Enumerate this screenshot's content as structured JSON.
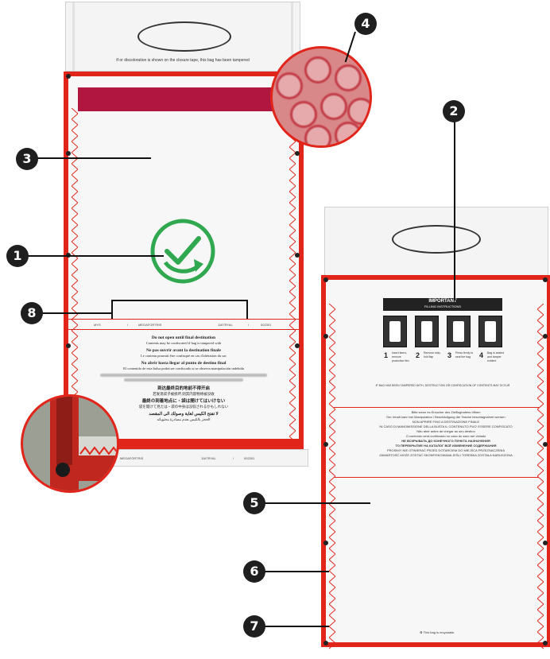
{
  "bag_front": {
    "closure_note": "If        or discoloration is shown on the closure tape, this bag has been tampered",
    "row_labels": [
      "MYS",
      "/",
      "MEGAFORTRIS",
      "1167RYAL",
      "/",
      "002301"
    ],
    "lower_row_labels": [
      "/",
      "MEGAFORTRIS",
      "1167RYAL",
      "/",
      "002301"
    ],
    "text_lines": [
      {
        "text": "Do not open until final destination",
        "style": "bold"
      },
      {
        "text": "Contents may be confiscated if bag is tampered with",
        "style": "reg"
      },
      {
        "text": "Ne pas ouvrir avant la destination finale",
        "style": "bold"
      },
      {
        "text": "Le contenu pourrait être confisqué en cas d'altération du sac",
        "style": "reg"
      },
      {
        "text": "No abrir hasta llegar al punto de destino final",
        "style": "bold"
      },
      {
        "text": "El contenido de esta bolsa podrá ser confiscado si se observa manipulación indebida",
        "style": "reg"
      }
    ],
    "cjk_lines": [
      {
        "text": "到达最终目的地前不得开启",
        "style": "bold"
      },
      {
        "text": "若发现袋子被损坏,则其内容物将被没收",
        "style": "reg"
      },
      {
        "text": "最終の到着地点に・袋は開けてはいけない",
        "style": "bold"
      },
      {
        "text": "袋を開けて見たは・袋の中身は没収されるかもしれない",
        "style": "reg"
      },
      {
        "text": "لا تفتح الكيس لغاية وصولك الى المقصد",
        "style": "bold"
      },
      {
        "text": "الحجز بالكيس بعدم مصادرة محتوياته",
        "style": "reg"
      }
    ]
  },
  "bag_back": {
    "instructions_title": "IMPORTANT",
    "instructions_subtitle": "FILLING INSTRUCTIONS",
    "steps": [
      {
        "num": "1",
        "caption": "Insert items, remove protective film"
      },
      {
        "num": "2",
        "caption": "Remove strip, fold flap"
      },
      {
        "num": "3",
        "caption": "Press firmly to seal the bag"
      },
      {
        "num": "4",
        "caption": "Bag is sealed and tamper evident"
      }
    ],
    "instructions_note": "IF BAG HAS BEEN TAMPERED WITH, DESTRUCTION OR CONFISCATION OF CONTENTS MAY OCCUR",
    "text_lines": [
      {
        "text": "Bitte wenn es Ersucher des Zielflughafens öffnen",
        "style": "reg"
      },
      {
        "text": "Der Inhalt kann bei Manipulation / Beschädigung der Tasche beschlagnahmt werden",
        "style": "reg"
      },
      {
        "text": "NON APRIRE FINO A DESTINAZIONE FINALE",
        "style": "reg"
      },
      {
        "text": "IN CASO DI MANOMISSIONE DELLA BUSTA IL CONTENUTO PUO' ESSERE CONFISCATO",
        "style": "reg"
      },
      {
        "text": "Não abrir antes de chegar ao seu destino",
        "style": "reg"
      },
      {
        "text": "O conteúdo será confiscado no caso do saco ser violado",
        "style": "reg"
      },
      {
        "text": "НЕ ВСКРЫВАТЬ ДО КОНЕЧНОГО ПУНКТА НАЗНАЧЕНИЯ",
        "style": "bold"
      },
      {
        "text": "ТО ПЕРЕКРЫТИЕ НА КАТАЛОГ ВСЁ ИЗМЕНЕНИЕ СОДЕРЖАНИЯ",
        "style": "bold"
      },
      {
        "text": "PROSIMY NIE OTWIERAĆ PRZED DOTARCIEM DO MIEJSCA PRZEZNACZENIA",
        "style": "reg"
      },
      {
        "text": "ZAWARTOŚĆ MOŻE ZOSTAĆ SKONFISKOWANA JEŚLI TOREBKA ZOSTAŁA NARUSZONA",
        "style": "reg"
      }
    ],
    "footer": "This bag is recyclable."
  },
  "callouts": [
    "4",
    "2",
    "3",
    "1",
    "8",
    "5",
    "6",
    "7"
  ],
  "colors": {
    "seal_red": "#e1251b",
    "band": "#b0163f",
    "check_green": "#2fa84f",
    "callout": "#1f1f1f"
  }
}
